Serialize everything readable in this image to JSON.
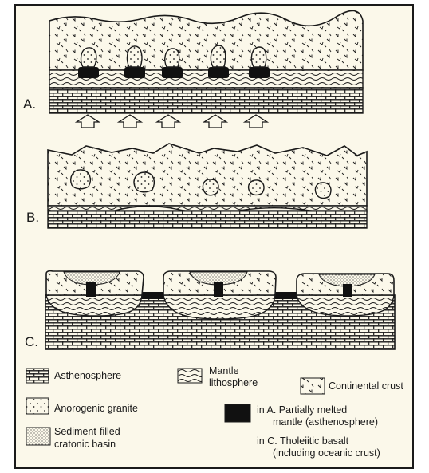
{
  "panels": {
    "a": {
      "label": "A."
    },
    "b": {
      "label": "B."
    },
    "c": {
      "label": "C."
    }
  },
  "legend": {
    "asthenosphere": "Asthenosphere",
    "mantle_line1": "Mantle",
    "mantle_line2": "lithosphere",
    "continental_crust": "Continental crust",
    "anorogenic_granite": "Anorogenic granite",
    "black_line1": "in A. Partially melted",
    "black_line2": "mantle (asthenosphere)",
    "black_line3": "in C. Tholeiitic basalt",
    "black_line4": "(including oceanic crust)",
    "sediment_line1": "Sediment-filled",
    "sediment_line2": "cratonic basin"
  },
  "colors": {
    "page_bg": "#ffffff",
    "paper": "#fbf8ea",
    "ink": "#1a1a1a",
    "melt": "#111111"
  }
}
